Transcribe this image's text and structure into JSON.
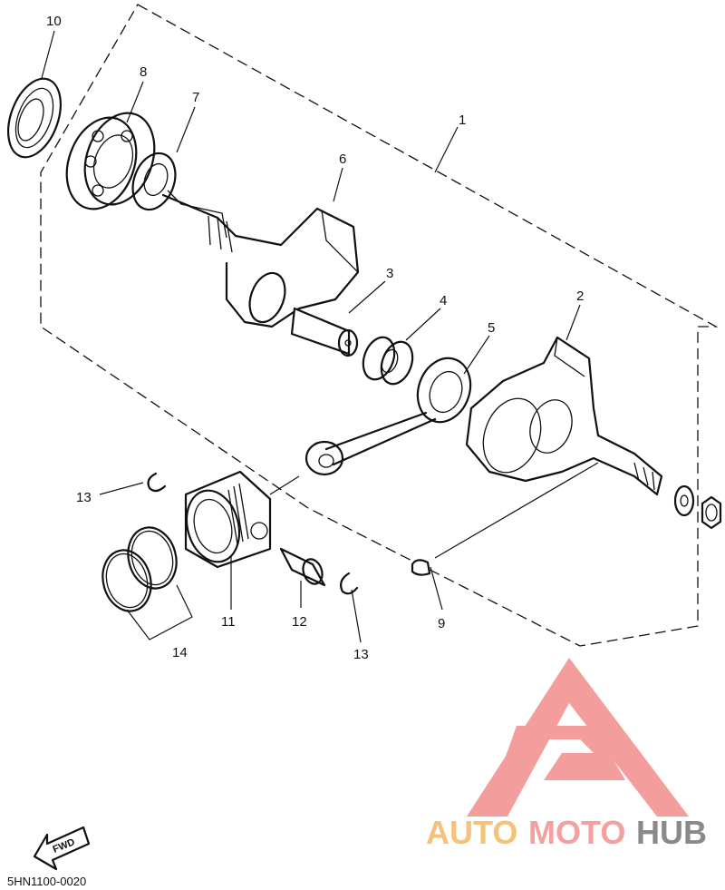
{
  "diagram_code": "5HN1100-0020",
  "fwd_label": "FWD",
  "watermark": {
    "auto": "AUTO",
    "moto": "MOTO",
    "hub": "HUB",
    "colors": {
      "auto": "#f5c27a",
      "moto": "#f2a0a0",
      "hub": "#8a8a8a",
      "logo": "#f28c8c"
    }
  },
  "callouts": {
    "c1": "1",
    "c2": "2",
    "c3": "3",
    "c4": "4",
    "c5": "5",
    "c6": "6",
    "c7": "7",
    "c8": "8",
    "c9": "9",
    "c10": "10",
    "c11": "11",
    "c12": "12",
    "c13a": "13",
    "c13b": "13",
    "c14": "14"
  }
}
